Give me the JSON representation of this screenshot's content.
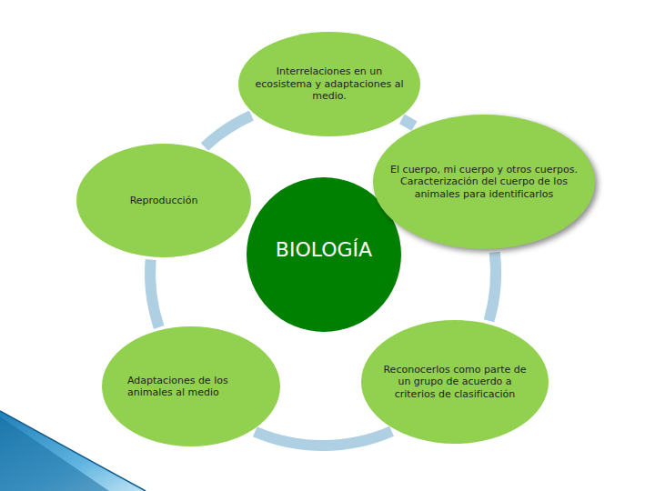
{
  "diagram": {
    "nodes": [
      {
        "text": [
          "Interrelaciones en un ecosistema y adaptaciones al medio."
        ]
      },
      {
        "text": [
          "Reproducción"
        ]
      },
      {
        "text": [
          "El cuerpo, mi cuerpo y otros cuerpos. Caracterización del cuerpo de los animales para identificarlos"
        ]
      },
      {
        "text": [
          "BIOLOGÍA"
        ]
      },
      {
        "text": [
          "Adaptaciones de los animales al medio"
        ]
      },
      {
        "text": [
          "Reconocerlos como parte de un grupo de acuerdo a criterios de clasificación"
        ]
      }
    ],
    "edges": [
      {
        "from": 0,
        "to": 2,
        "arrow": "none"
      },
      {
        "from": 2,
        "to": 5,
        "arrow": "none"
      },
      {
        "from": 5,
        "to": 4,
        "arrow": "none"
      },
      {
        "from": 4,
        "to": 1,
        "arrow": "none"
      },
      {
        "from": 1,
        "to": 0,
        "arrow": "none"
      }
    ]
  }
}
